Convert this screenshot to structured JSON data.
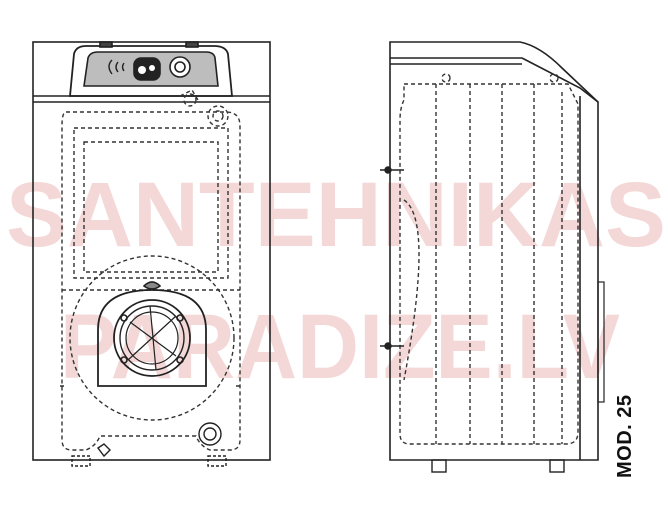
{
  "watermark": {
    "line1": "SANTEHNIKAS",
    "line2": "PARADIZE.LV",
    "color": "#f3d4d4"
  },
  "model_label": "MOD. 25",
  "colors": {
    "line": "#222222",
    "dash": "#333333"
  }
}
